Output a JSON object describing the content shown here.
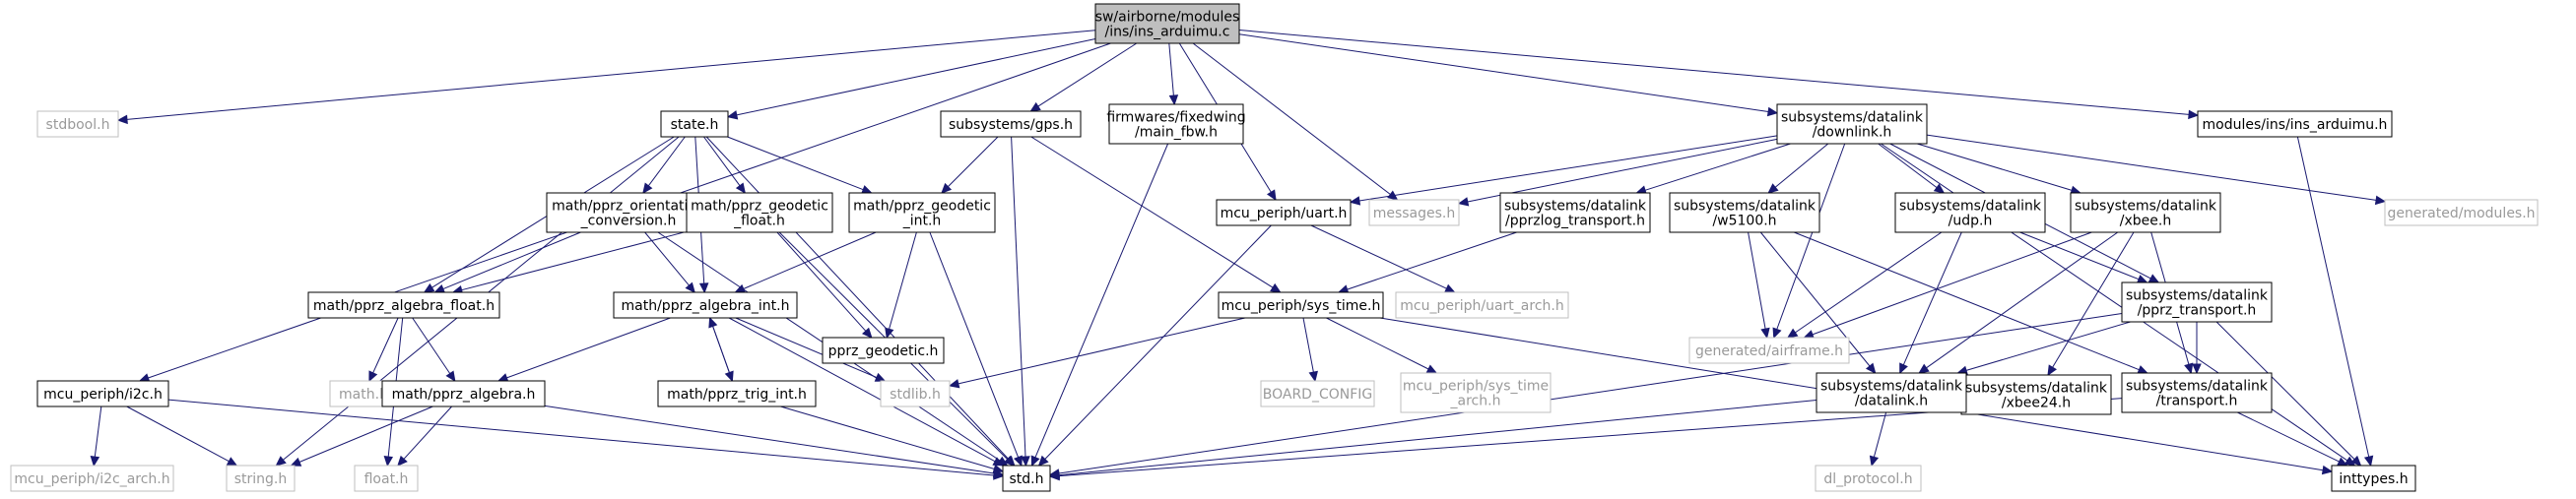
{
  "graph": {
    "nodes": [
      {
        "id": "ins_arduimu",
        "lines": [
          "sw/airborne/modules",
          "/ins/ins_arduimu.c"
        ],
        "kind": "main"
      },
      {
        "id": "stdbool",
        "lines": [
          "stdbool.h"
        ],
        "kind": "missing"
      },
      {
        "id": "state",
        "lines": [
          "state.h"
        ],
        "kind": "doc"
      },
      {
        "id": "gps",
        "lines": [
          "subsystems/gps.h"
        ],
        "kind": "doc"
      },
      {
        "id": "main_fbw",
        "lines": [
          "firmwares/fixedwing",
          "/main_fbw.h"
        ],
        "kind": "doc"
      },
      {
        "id": "downlink",
        "lines": [
          "subsystems/datalink",
          "/downlink.h"
        ],
        "kind": "doc"
      },
      {
        "id": "ins_arduimu_h",
        "lines": [
          "modules/ins/ins_arduimu.h"
        ],
        "kind": "doc"
      },
      {
        "id": "orientation",
        "lines": [
          "math/pprz_orientation",
          "_conversion.h"
        ],
        "kind": "doc"
      },
      {
        "id": "geodetic_float",
        "lines": [
          "math/pprz_geodetic",
          "_float.h"
        ],
        "kind": "doc"
      },
      {
        "id": "geodetic_int",
        "lines": [
          "math/pprz_geodetic",
          "_int.h"
        ],
        "kind": "doc"
      },
      {
        "id": "uart",
        "lines": [
          "mcu_periph/uart.h"
        ],
        "kind": "doc"
      },
      {
        "id": "messages",
        "lines": [
          "messages.h"
        ],
        "kind": "missing"
      },
      {
        "id": "pprzlog",
        "lines": [
          "subsystems/datalink",
          "/pprzlog_transport.h"
        ],
        "kind": "doc"
      },
      {
        "id": "w5100",
        "lines": [
          "subsystems/datalink",
          "/w5100.h"
        ],
        "kind": "doc"
      },
      {
        "id": "udp",
        "lines": [
          "subsystems/datalink",
          "/udp.h"
        ],
        "kind": "doc"
      },
      {
        "id": "xbee",
        "lines": [
          "subsystems/datalink",
          "/xbee.h"
        ],
        "kind": "doc"
      },
      {
        "id": "gen_modules",
        "lines": [
          "generated/modules.h"
        ],
        "kind": "missing"
      },
      {
        "id": "algebra_float",
        "lines": [
          "math/pprz_algebra_float.h"
        ],
        "kind": "doc"
      },
      {
        "id": "algebra_int",
        "lines": [
          "math/pprz_algebra_int.h"
        ],
        "kind": "doc"
      },
      {
        "id": "geodetic",
        "lines": [
          "pprz_geodetic.h"
        ],
        "kind": "doc"
      },
      {
        "id": "sys_time",
        "lines": [
          "mcu_periph/sys_time.h"
        ],
        "kind": "doc"
      },
      {
        "id": "uart_arch",
        "lines": [
          "mcu_periph/uart_arch.h"
        ],
        "kind": "missing"
      },
      {
        "id": "gen_airframe",
        "lines": [
          "generated/airframe.h"
        ],
        "kind": "missing"
      },
      {
        "id": "xbee24",
        "lines": [
          "subsystems/datalink",
          "/xbee24.h"
        ],
        "kind": "doc"
      },
      {
        "id": "pprz_transport",
        "lines": [
          "subsystems/datalink",
          "/pprz_transport.h"
        ],
        "kind": "doc"
      },
      {
        "id": "i2c",
        "lines": [
          "mcu_periph/i2c.h"
        ],
        "kind": "doc"
      },
      {
        "id": "math_h",
        "lines": [
          "math.h"
        ],
        "kind": "missing"
      },
      {
        "id": "algebra",
        "lines": [
          "math/pprz_algebra.h"
        ],
        "kind": "doc"
      },
      {
        "id": "stdlib",
        "lines": [
          "stdlib.h"
        ],
        "kind": "missing"
      },
      {
        "id": "trig_int",
        "lines": [
          "math/pprz_trig_int.h"
        ],
        "kind": "doc"
      },
      {
        "id": "board_config",
        "lines": [
          "BOARD_CONFIG"
        ],
        "kind": "missing"
      },
      {
        "id": "sys_time_arch",
        "lines": [
          "mcu_periph/sys_time",
          "_arch.h"
        ],
        "kind": "missing"
      },
      {
        "id": "datalink_h",
        "lines": [
          "subsystems/datalink",
          "/datalink.h"
        ],
        "kind": "doc"
      },
      {
        "id": "transport_h",
        "lines": [
          "subsystems/datalink",
          "/transport.h"
        ],
        "kind": "doc"
      },
      {
        "id": "i2c_arch",
        "lines": [
          "mcu_periph/i2c_arch.h"
        ],
        "kind": "missing"
      },
      {
        "id": "string_h",
        "lines": [
          "string.h"
        ],
        "kind": "missing"
      },
      {
        "id": "float_h",
        "lines": [
          "float.h"
        ],
        "kind": "missing"
      },
      {
        "id": "std_h",
        "lines": [
          "std.h"
        ],
        "kind": "doc"
      },
      {
        "id": "dl_protocol",
        "lines": [
          "dl_protocol.h"
        ],
        "kind": "missing"
      },
      {
        "id": "inttypes",
        "lines": [
          "inttypes.h"
        ],
        "kind": "doc"
      }
    ],
    "edges": [
      [
        "ins_arduimu",
        "stdbool"
      ],
      [
        "ins_arduimu",
        "state"
      ],
      [
        "ins_arduimu",
        "gps"
      ],
      [
        "ins_arduimu",
        "main_fbw"
      ],
      [
        "ins_arduimu",
        "downlink"
      ],
      [
        "ins_arduimu",
        "ins_arduimu_h"
      ],
      [
        "ins_arduimu",
        "i2c"
      ],
      [
        "ins_arduimu",
        "uart"
      ],
      [
        "ins_arduimu",
        "messages"
      ],
      [
        "state",
        "orientation"
      ],
      [
        "state",
        "geodetic_float"
      ],
      [
        "state",
        "geodetic_int"
      ],
      [
        "state",
        "algebra_float"
      ],
      [
        "state",
        "algebra_int"
      ],
      [
        "state",
        "string_h"
      ],
      [
        "state",
        "std_h"
      ],
      [
        "gps",
        "geodetic_int"
      ],
      [
        "gps",
        "sys_time"
      ],
      [
        "gps",
        "std_h"
      ],
      [
        "main_fbw",
        "std_h"
      ],
      [
        "downlink",
        "uart"
      ],
      [
        "downlink",
        "messages"
      ],
      [
        "downlink",
        "pprzlog"
      ],
      [
        "downlink",
        "w5100"
      ],
      [
        "downlink",
        "udp"
      ],
      [
        "downlink",
        "xbee"
      ],
      [
        "downlink",
        "gen_modules"
      ],
      [
        "downlink",
        "gen_airframe"
      ],
      [
        "downlink",
        "pprz_transport"
      ],
      [
        "downlink",
        "inttypes"
      ],
      [
        "ins_arduimu_h",
        "inttypes"
      ],
      [
        "orientation",
        "algebra_float"
      ],
      [
        "orientation",
        "algebra_int"
      ],
      [
        "orientation",
        "std_h"
      ],
      [
        "geodetic_float",
        "algebra_float"
      ],
      [
        "geodetic_float",
        "geodetic"
      ],
      [
        "geodetic_float",
        "std_h"
      ],
      [
        "geodetic_int",
        "algebra_int"
      ],
      [
        "geodetic_int",
        "geodetic"
      ],
      [
        "geodetic_int",
        "std_h"
      ],
      [
        "uart",
        "uart_arch"
      ],
      [
        "uart",
        "std_h"
      ],
      [
        "pprzlog",
        "sys_time"
      ],
      [
        "w5100",
        "gen_airframe"
      ],
      [
        "w5100",
        "datalink_h"
      ],
      [
        "w5100",
        "transport_h"
      ],
      [
        "udp",
        "gen_airframe"
      ],
      [
        "udp",
        "datalink_h"
      ],
      [
        "udp",
        "pprz_transport"
      ],
      [
        "xbee",
        "gen_airframe"
      ],
      [
        "xbee",
        "datalink_h"
      ],
      [
        "xbee",
        "xbee24"
      ],
      [
        "xbee",
        "transport_h"
      ],
      [
        "algebra_float",
        "math_h"
      ],
      [
        "algebra_float",
        "algebra"
      ],
      [
        "algebra_float",
        "float_h"
      ],
      [
        "algebra_int",
        "algebra"
      ],
      [
        "algebra_int",
        "trig_int"
      ],
      [
        "algebra_int",
        "stdlib"
      ],
      [
        "algebra_int",
        "std_h"
      ],
      [
        "trig_int",
        "algebra_int"
      ],
      [
        "trig_int",
        "std_h"
      ],
      [
        "sys_time",
        "stdlib"
      ],
      [
        "sys_time",
        "board_config"
      ],
      [
        "sys_time",
        "sys_time_arch"
      ],
      [
        "sys_time",
        "inttypes"
      ],
      [
        "pprz_transport",
        "datalink_h"
      ],
      [
        "pprz_transport",
        "transport_h"
      ],
      [
        "pprz_transport",
        "std_h"
      ],
      [
        "pprz_transport",
        "inttypes"
      ],
      [
        "i2c",
        "i2c_arch"
      ],
      [
        "i2c",
        "string_h"
      ],
      [
        "i2c",
        "std_h"
      ],
      [
        "algebra",
        "string_h"
      ],
      [
        "algebra",
        "float_h"
      ],
      [
        "algebra",
        "std_h"
      ],
      [
        "datalink_h",
        "std_h"
      ],
      [
        "datalink_h",
        "dl_protocol"
      ],
      [
        "transport_h",
        "std_h"
      ],
      [
        "transport_h",
        "inttypes"
      ]
    ]
  },
  "colors": {
    "edge": "#191970",
    "main_fill": "#bfbfbf",
    "doc_border": "#000000",
    "missing_border": "#bfbfbf",
    "missing_text": "#9a9a9a"
  }
}
